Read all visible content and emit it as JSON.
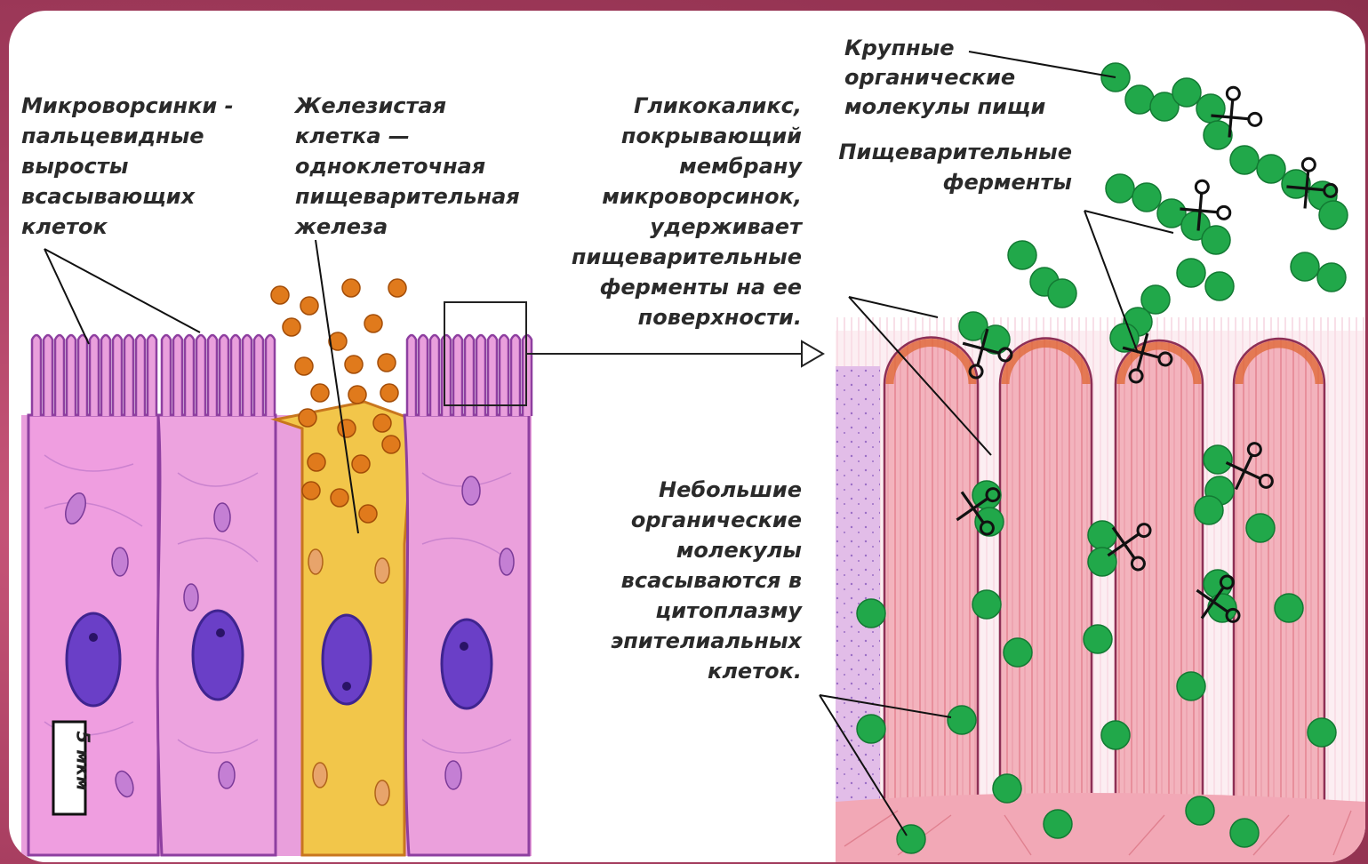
{
  "labels": {
    "microvilli": "Микроворсинки -\nпальцевидные\nвыросты\nвсасывающих\nклеток",
    "gland_cell": "Железистая\nклетка —\nодноклеточная\nпищеварительная\nжелеза",
    "glycocalyx": "Гликокаликс,\nпокрывающий\nмембрану\nмикроворсинок,\nудерживает\nпищеварительные\nферменты на ее\nповерхности.",
    "large_molecules": "Крупные\nорганические\nмолекулы пищи",
    "enzymes": "Пищеварительные\nферменты",
    "small_molecules": "Небольшие\nорганические\nмолекулы\nвсасываются в\nцитоплазму\nэпителиальных\nклеток.",
    "scale_bar": "5 мкм"
  },
  "colors": {
    "cell_pink": "#e89ad8",
    "cell_purple_border": "#8e3fa0",
    "gland_yellow": "#f2c64a",
    "granule_orange": "#e07a1c",
    "nucleus_purple": "#6a3fc7",
    "villus_pink": "#f1a6b2",
    "villus_stripe": "#e07a8a",
    "molecule_green": "#21a84a",
    "brush_border_pink": "#f4bfd0"
  },
  "icons": [
    "scissors-icon",
    "arrow-right-icon",
    "scale-bar-icon"
  ]
}
